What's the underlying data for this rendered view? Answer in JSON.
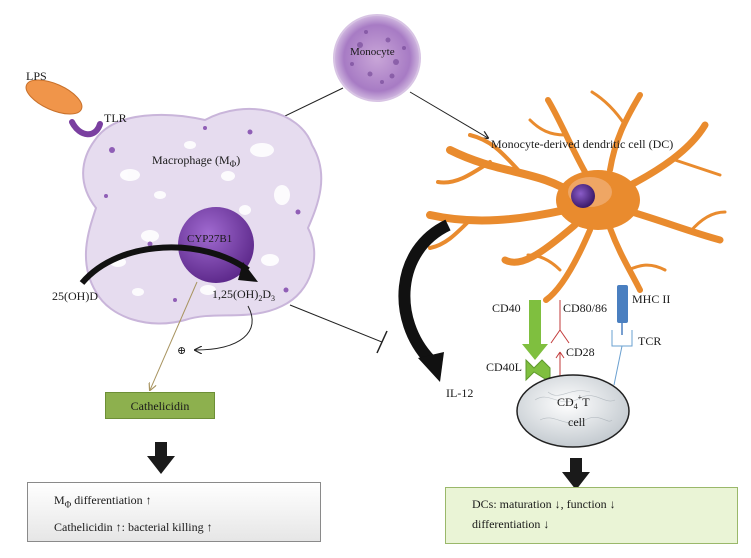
{
  "labels": {
    "monocyte": "Monocyte",
    "lps": "LPS",
    "tlr": "TLR",
    "macrophage": "Macrophage (M",
    "macrophage_sub": "Φ",
    "macrophage_close": ")",
    "cyp": "CYP27B1",
    "vitd_inactive": "25(OH)D",
    "vitd_active_a": "1,25(OH)",
    "vitd_active_sub1": "2",
    "vitd_active_b": "D",
    "vitd_active_sub2": "3",
    "plus": "⊕",
    "dc": "Monocyte-derived dendritic cell (DC)",
    "il12": "IL-12",
    "cd40": "CD40",
    "cd80": "CD80/86",
    "cd28": "CD28",
    "cd40l": "CD40L",
    "mhc": "MHC II",
    "tcr": "TCR",
    "tcell_a": "CD",
    "tcell_sub": "4",
    "tcell_sup": "+",
    "tcell_b": "T",
    "tcell_c": "cell"
  },
  "cathelicidin_box": "Cathelicidin",
  "left_outcome": {
    "line1_a": "M",
    "line1_sub": "Φ",
    "line1_b": " differentiation ↑",
    "line2": "Cathelicidin ↑: bacterial killing ↑"
  },
  "right_outcome": {
    "line1": "DCs: maturation ↓, function ↓",
    "line2": "differentiation ↓"
  },
  "colors": {
    "macrophage_fill": "#e6dcef",
    "nucleus": "#7a3fa8",
    "dc_body": "#e98b2e",
    "cathelicidin": "#8db04e",
    "cd40": "#7fbf3f",
    "mhc": "#4a7fc0",
    "lps": "#f0954a",
    "tlr": "#7a3fa0"
  }
}
